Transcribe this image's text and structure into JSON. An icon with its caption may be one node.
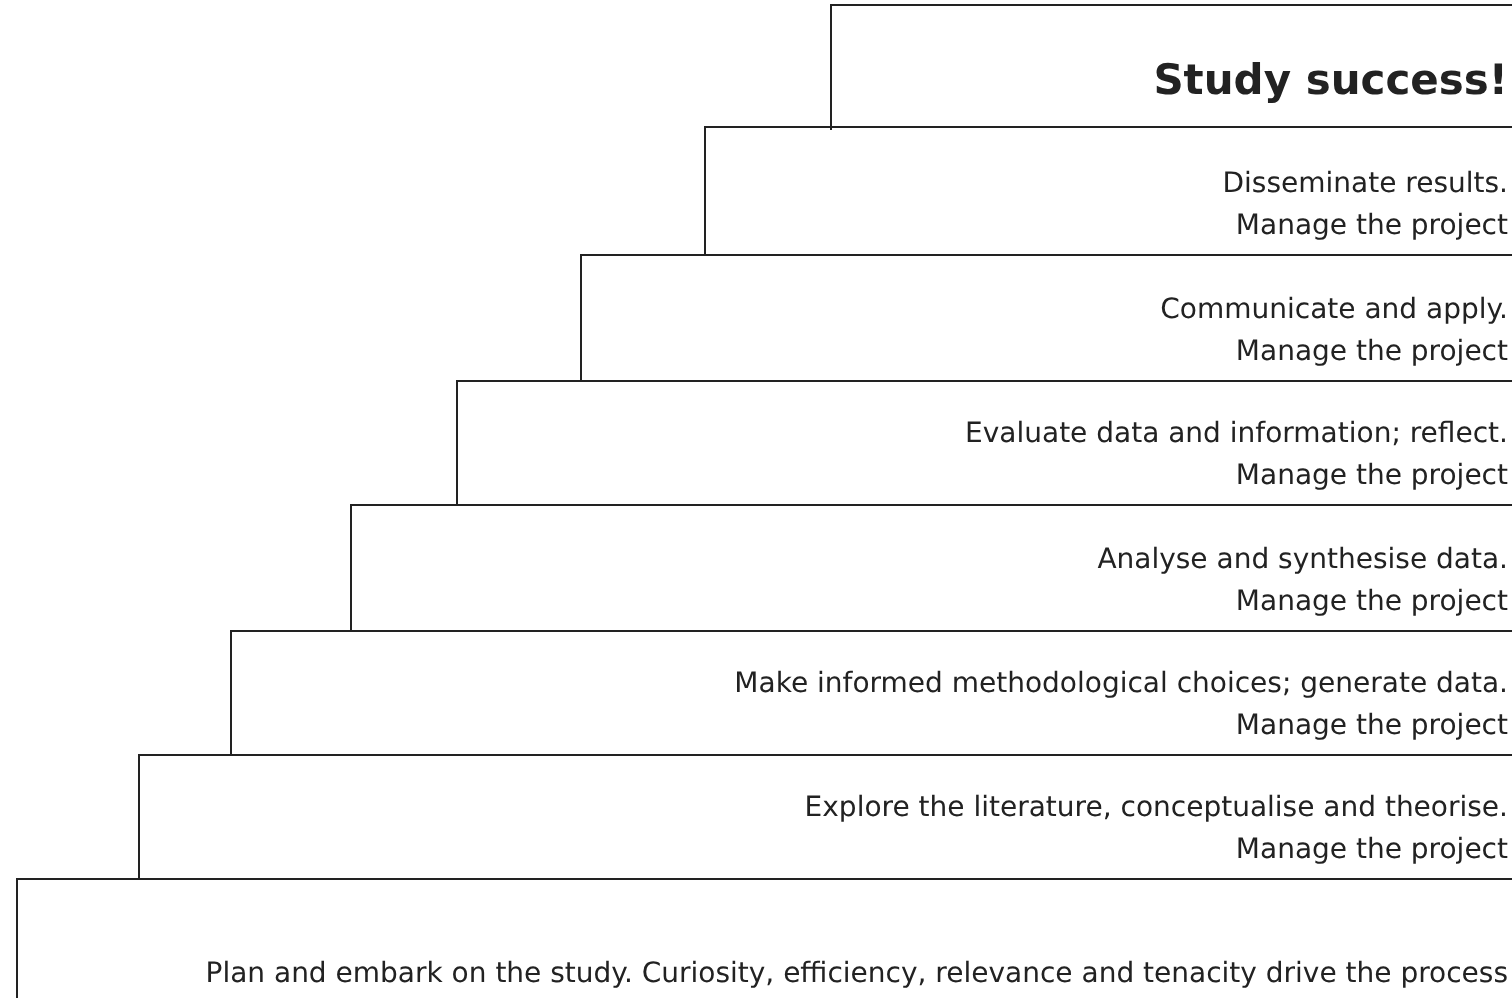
{
  "diagram": {
    "nodes": [
      {
        "text": [
          "Study success!"
        ]
      },
      {
        "text": [
          "Disseminate results.",
          "Manage the project"
        ]
      },
      {
        "text": [
          "Communicate and apply.",
          "Manage the project"
        ]
      },
      {
        "text": [
          "Evaluate data and information; reflect.",
          "Manage the project"
        ]
      },
      {
        "text": [
          "Analyse and synthesise data.",
          "Manage the project"
        ]
      },
      {
        "text": [
          "Make informed methodological choices; generate data.",
          "Manage the project"
        ]
      },
      {
        "text": [
          "Explore the literature, conceptualise and theorise.",
          "Manage the project"
        ]
      },
      {
        "text": [
          "Plan and embark on the study. Curiosity, efficiency, relevance and tenacity drive the process"
        ]
      }
    ],
    "edges": []
  }
}
